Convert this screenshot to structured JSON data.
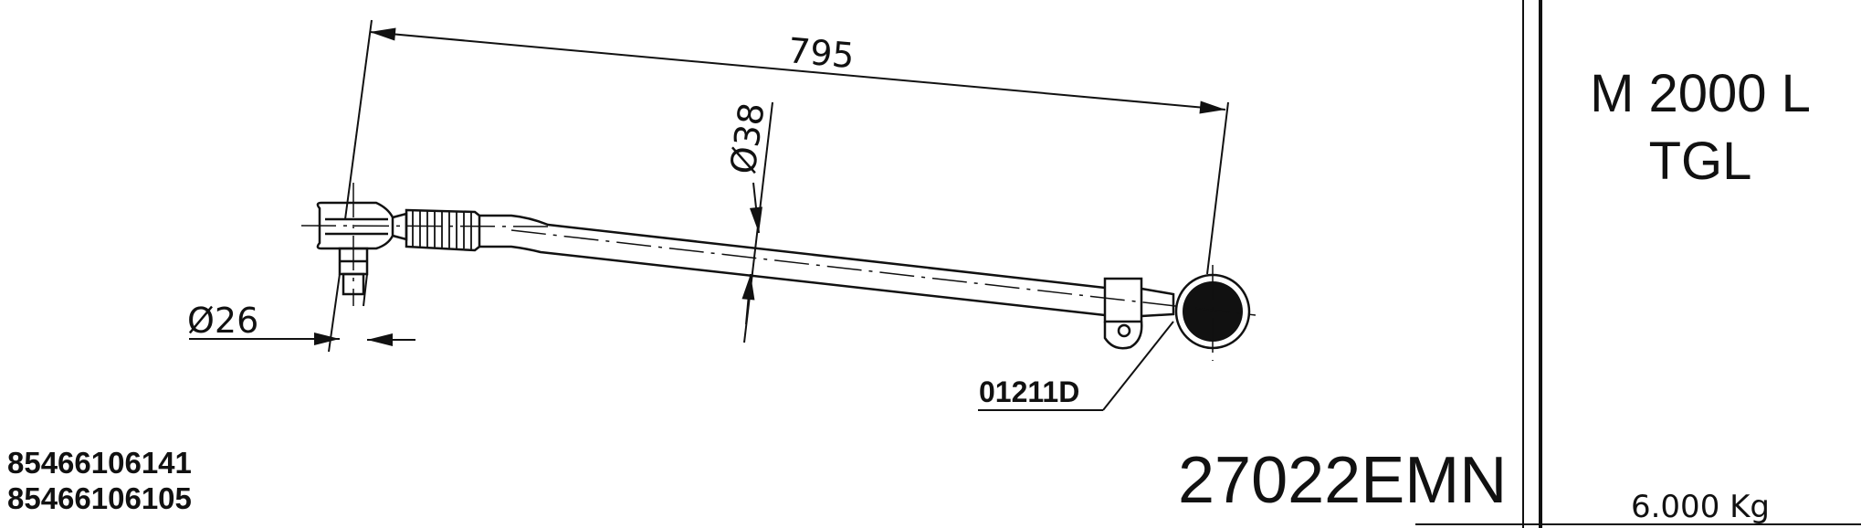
{
  "dimensions": {
    "length": "795",
    "tube_diameter": "Ø38",
    "pin_diameter": "Ø26"
  },
  "callout_part": "01211D",
  "oem_numbers": [
    "85466106141",
    "85466106105"
  ],
  "part_number": "27022EMN",
  "model": {
    "line1": "M 2000 L",
    "line2": "TGL"
  },
  "weight": "6.000 Kg",
  "colors": {
    "ink": "#111111",
    "background": "#ffffff"
  }
}
